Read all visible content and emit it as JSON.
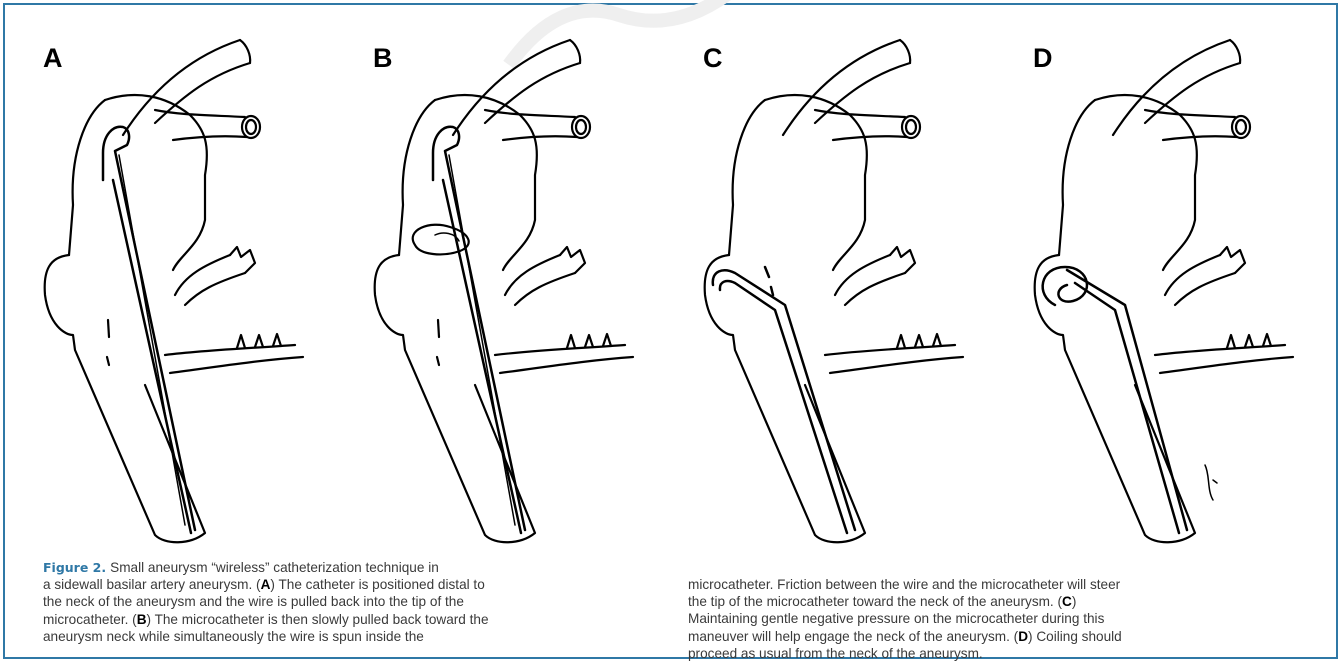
{
  "figure": {
    "label": "Figure 2.",
    "panels": [
      {
        "id": "A",
        "label": "A"
      },
      {
        "id": "B",
        "label": "B"
      },
      {
        "id": "C",
        "label": "C"
      },
      {
        "id": "D",
        "label": "D"
      }
    ],
    "caption_left": [
      "Small aneurysm “wireless” catheterization technique in",
      "a sidewall basilar artery aneurysm. (",
      ") The catheter is positioned distal to",
      "the neck of the aneurysm and the wire is pulled back into the tip of the",
      "microcatheter. (",
      ") The microcatheter is then slowly pulled back toward the",
      "aneurysm neck while simultaneously the wire is spun inside the"
    ],
    "caption_right": [
      "microcatheter. Friction between the wire and the microcatheter will steer",
      "the tip of the microcatheter toward the neck of the aneurysm. (",
      ")",
      "Maintaining gentle negative pressure on the microcatheter during this",
      "maneuver will help engage the neck of the aneurysm. (",
      ") Coiling should",
      "proceed as usual from the neck of the aneurysm."
    ],
    "caption_refs": {
      "a": "A",
      "b": "B",
      "c": "C",
      "d": "D"
    }
  }
}
